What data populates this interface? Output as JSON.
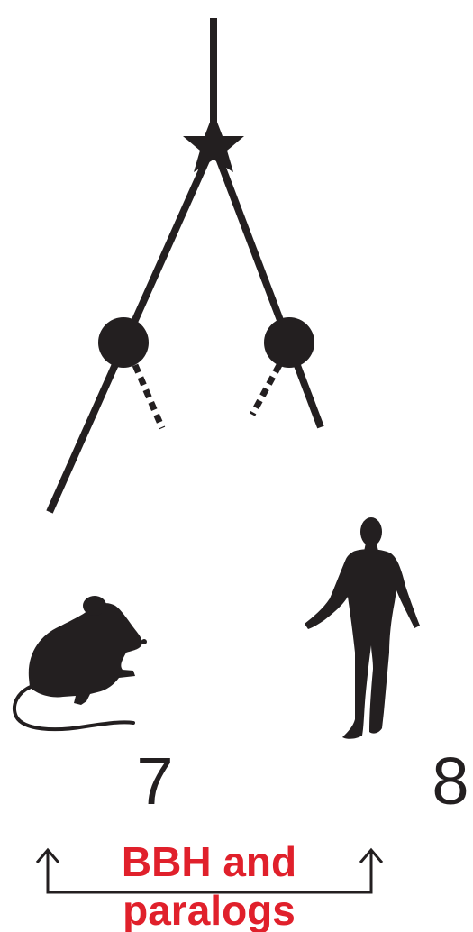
{
  "tree": {
    "line_color": "#231f20"
  },
  "labels": {
    "left_count": "7",
    "right_count": "8"
  },
  "caption": {
    "line1": "BBH and",
    "line2": "paralogs",
    "color": "#e0202b"
  },
  "icons": {
    "left_species": "mouse-icon",
    "right_species": "human-icon",
    "speciation": "star-icon",
    "duplication": "circle-node-icon"
  }
}
